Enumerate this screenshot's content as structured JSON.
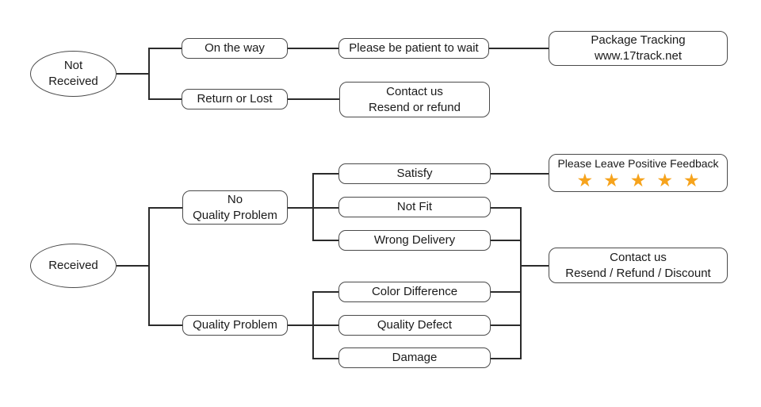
{
  "colors": {
    "star": "#F6A31C",
    "line": "#2b2b2b",
    "box_border": "#4a4a4a",
    "text": "#1a1a1a"
  },
  "icons": {
    "star": "★"
  },
  "flowchart": {
    "not_received": {
      "line1": "Not",
      "line2": "Received"
    },
    "on_the_way": {
      "label": "On the way"
    },
    "return_or_lost": {
      "label": "Return or Lost"
    },
    "please_be_patient": {
      "label": "Please be patient to wait"
    },
    "package_tracking": {
      "line1": "Package Tracking",
      "line2": "www.17track.net"
    },
    "contact_us_top": {
      "line1": "Contact us",
      "line2": "Resend or refund"
    },
    "received": {
      "label": "Received"
    },
    "no_quality_problem": {
      "line1": "No",
      "line2": "Quality Problem"
    },
    "quality_problem": {
      "label": "Quality Problem"
    },
    "satisfy": {
      "label": "Satisfy"
    },
    "not_fit": {
      "label": "Not Fit"
    },
    "wrong_delivery": {
      "label": "Wrong Delivery"
    },
    "positive_feedback": {
      "label": "Please Leave Positive Feedback",
      "star_count": "5"
    },
    "color_difference": {
      "label": "Color Difference"
    },
    "quality_defect": {
      "label": "Quality Defect"
    },
    "damage": {
      "label": "Damage"
    },
    "contact_us_bottom": {
      "line1": "Contact us",
      "line2": "Resend / Refund / Discount"
    }
  }
}
